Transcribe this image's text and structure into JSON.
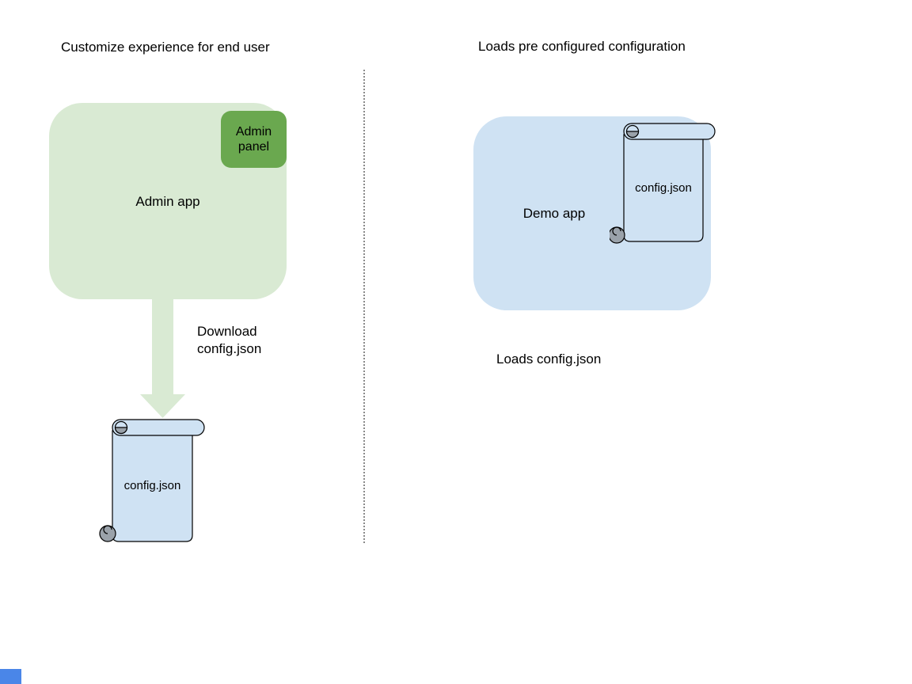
{
  "colors": {
    "light_green": "#d9ead3",
    "accent_green": "#6aa84f",
    "light_blue": "#cfe2f3",
    "curl_gray": "#9aa2aa",
    "divider_gray": "#8a8a8a",
    "corner_blue": "#4a86e8",
    "text": "#000000",
    "outline": "#000000"
  },
  "left_panel": {
    "title": "Customize experience for end user",
    "admin_app": {
      "label": "Admin app"
    },
    "admin_panel": {
      "label": "Admin\npanel"
    },
    "download_note": "Download\nconfig.json",
    "config_file": {
      "label": "config.json"
    }
  },
  "right_panel": {
    "title": "Loads pre configured configuration",
    "demo_app": {
      "label": "Demo app"
    },
    "config_file": {
      "label": "config.json"
    },
    "caption": "Loads config.json"
  }
}
